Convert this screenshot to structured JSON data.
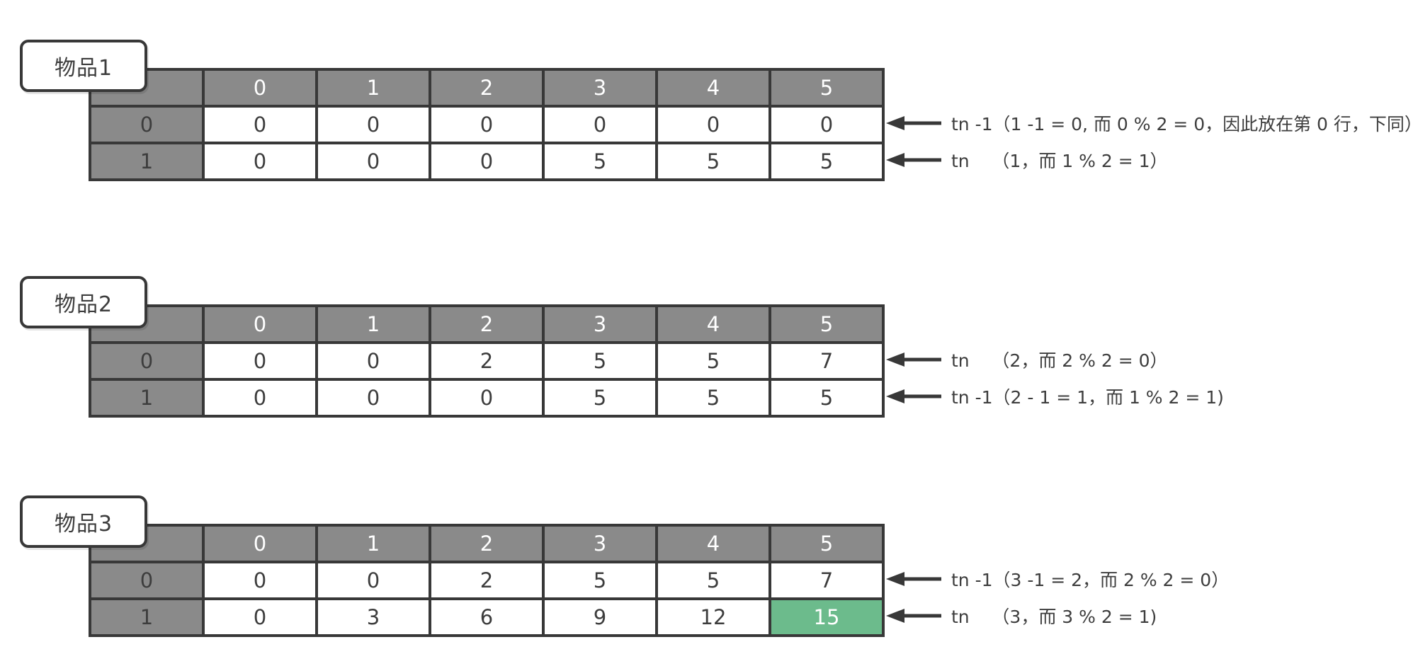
{
  "colors": {
    "page_bg": "#ffffff",
    "border": "#383838",
    "header_bg": "#8a8a8a",
    "header_text": "#ffffff",
    "cell_text": "#3d3d3d",
    "badge_bg": "#ffffff",
    "highlight_bg": "#6cbb8c",
    "highlight_text": "#ffffff"
  },
  "tables": [
    {
      "badge": "物品1",
      "columns": [
        "",
        "0",
        "1",
        "2",
        "3",
        "4",
        "5"
      ],
      "rows": [
        {
          "header": "0",
          "cells": [
            "0",
            "0",
            "0",
            "0",
            "0",
            "0"
          ],
          "highlight_col": null,
          "annotation": "tn -1（1 -1 = 0, 而 0 % 2 = 0，因此放在第 0 行，下同）"
        },
        {
          "header": "1",
          "cells": [
            "0",
            "0",
            "0",
            "5",
            "5",
            "5"
          ],
          "highlight_col": null,
          "annotation": "tn    （1，而 1 % 2 = 1）"
        }
      ]
    },
    {
      "badge": "物品2",
      "columns": [
        "",
        "0",
        "1",
        "2",
        "3",
        "4",
        "5"
      ],
      "rows": [
        {
          "header": "0",
          "cells": [
            "0",
            "0",
            "2",
            "5",
            "5",
            "7"
          ],
          "highlight_col": null,
          "annotation": "tn    （2，而 2 % 2 = 0）"
        },
        {
          "header": "1",
          "cells": [
            "0",
            "0",
            "0",
            "5",
            "5",
            "5"
          ],
          "highlight_col": null,
          "annotation": "tn -1（2 - 1 = 1，而 1 % 2 = 1)"
        }
      ]
    },
    {
      "badge": "物品3",
      "columns": [
        "",
        "0",
        "1",
        "2",
        "3",
        "4",
        "5"
      ],
      "rows": [
        {
          "header": "0",
          "cells": [
            "0",
            "0",
            "2",
            "5",
            "5",
            "7"
          ],
          "highlight_col": null,
          "annotation": "tn -1（3 -1 = 2，而 2 % 2 = 0）"
        },
        {
          "header": "1",
          "cells": [
            "0",
            "3",
            "6",
            "9",
            "12",
            "15"
          ],
          "highlight_col": 5,
          "annotation": "tn    （3，而 3 % 2 = 1)"
        }
      ]
    }
  ]
}
